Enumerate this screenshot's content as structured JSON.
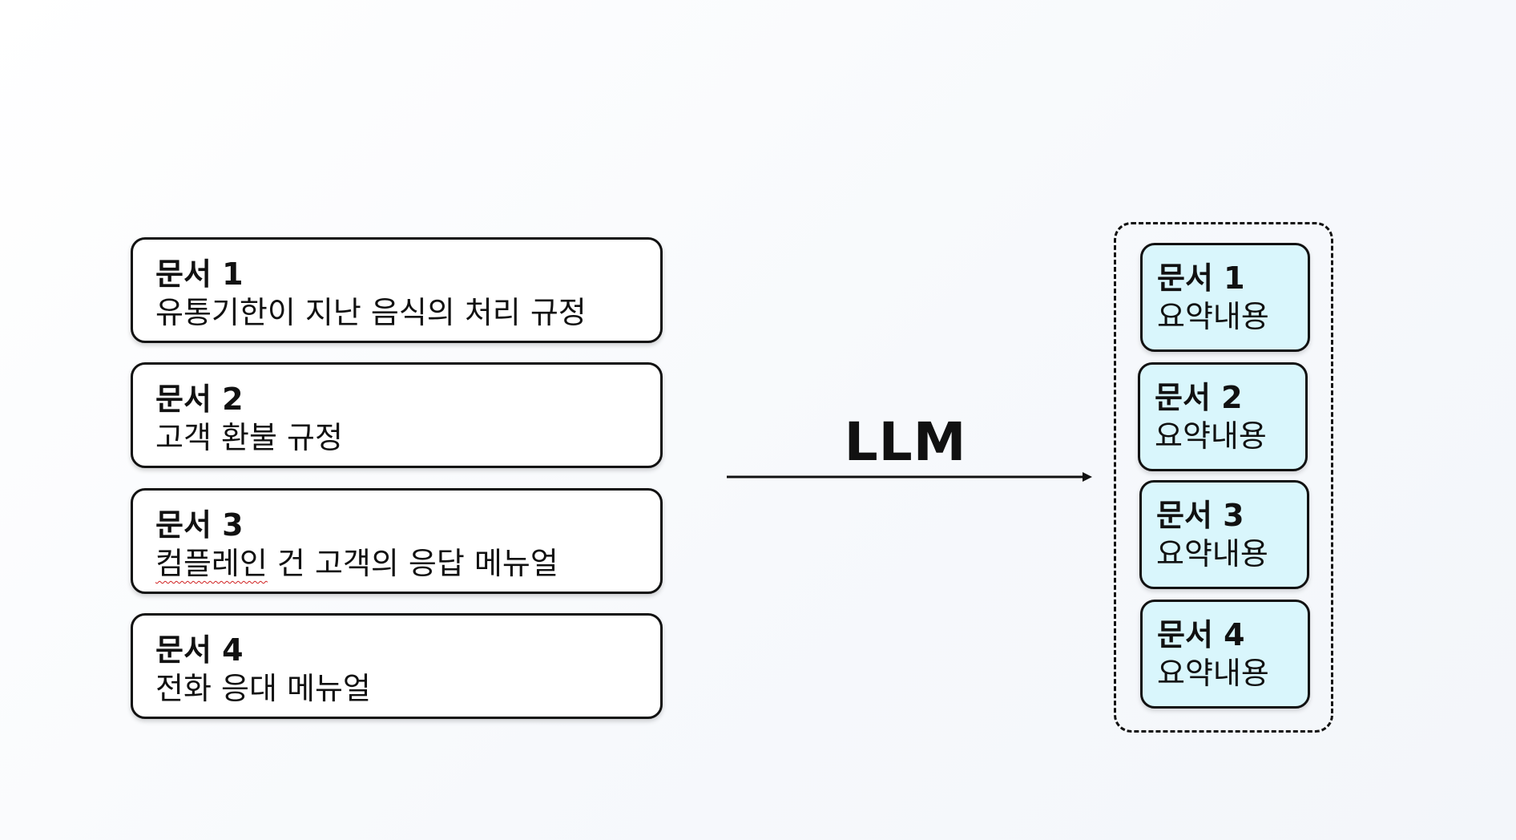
{
  "documents": [
    {
      "title": "문서 1",
      "description": "유통기한이 지난 음식의 처리 규정"
    },
    {
      "title": "문서 2",
      "description": "고객 환불 규정"
    },
    {
      "title": "문서 3",
      "description_marked": "컴플레인",
      "description_rest": " 건 고객의 응답 메뉴얼"
    },
    {
      "title": "문서 4",
      "description": "전화 응대 메뉴얼"
    }
  ],
  "process": {
    "label": "LLM"
  },
  "summaries": [
    {
      "title": "문서 1",
      "description": "요약내용"
    },
    {
      "title": "문서 2",
      "description": "요약내용"
    },
    {
      "title": "문서 3",
      "description": "요약내용"
    },
    {
      "title": "문서 4",
      "description": "요약내용"
    }
  ],
  "colors": {
    "summary_fill": "#d9f6fc",
    "border": "#111111",
    "spellcheck_underline": "#d02020"
  }
}
